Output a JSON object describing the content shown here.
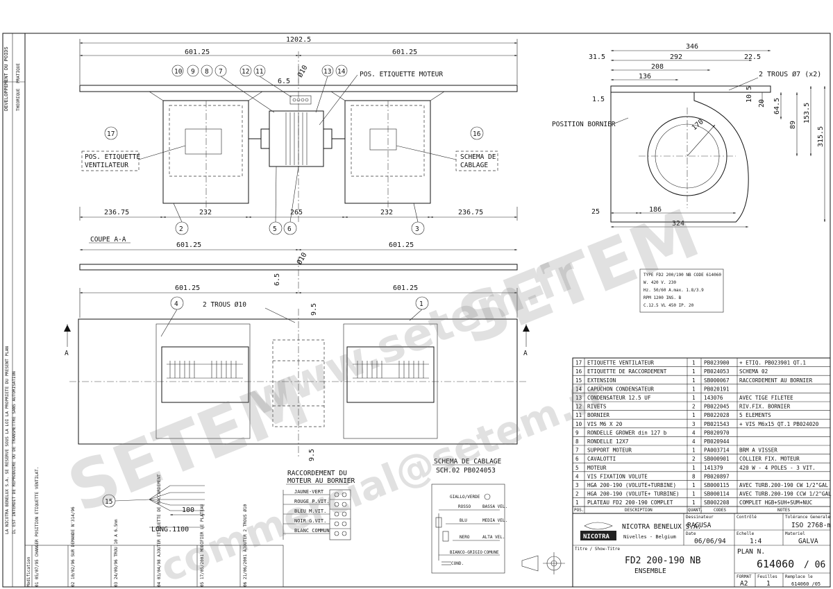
{
  "front_view": {
    "dims": {
      "total": "1202.5",
      "left_half": "601.25",
      "right_half": "601.25",
      "bottom_outer_left": "236.75",
      "bottom_left": "232",
      "bottom_mid": "265",
      "bottom_right": "232",
      "bottom_outer_right": "236.75",
      "hole_offset": "6.5",
      "hole_dia": "Ø10"
    },
    "labels": {
      "pos_etiquette_moteur": "POS. ETIQUETTE MOTEUR",
      "pos_etiquette_ventilateur_1": "POS. ETIQUETTE",
      "pos_etiquette_ventilateur_2": "VENTILATEUR",
      "schema_cablage_1": "SCHEMA DE",
      "schema_cablage_2": "CABLAGE"
    },
    "balloons": [
      "10",
      "9",
      "8",
      "7",
      "12",
      "11",
      "13",
      "14",
      "17",
      "16",
      "2",
      "5",
      "6",
      "3"
    ]
  },
  "side_view": {
    "dims": {
      "width_total": "346",
      "d292": "292",
      "d31_5": "31.5",
      "d22_5": "22.5",
      "d208": "208",
      "d136": "136",
      "d1_5": "1.5",
      "trous": "2 TROUS Ø7 (x2)",
      "d10_5": "10.5",
      "d20": "20",
      "d64_5": "64.5",
      "d89": "89",
      "d153_5": "153.5",
      "d315_5": "315.5",
      "d170": "170",
      "d25": "25",
      "d186": "186",
      "d324": "324"
    },
    "position_bornier": "POSITION BORNIER"
  },
  "section_view": {
    "coupe": "COUPE  A-A",
    "dims": {
      "left": "601.25",
      "right": "601.25",
      "hole_offset": "6.5",
      "hole_dia": "Ø10"
    }
  },
  "bottom_view": {
    "dims": {
      "left": "601.25",
      "right": "601.25",
      "d9_5_top": "9.5",
      "d9_5_bottom": "9.5"
    },
    "trous": "2 TROUS Ø10",
    "section_mark": "A",
    "balloons": [
      "4",
      "1",
      "15"
    ],
    "cable_dims": {
      "d100": "100",
      "long": "LONG.1100"
    }
  },
  "raccordement": {
    "title_1": "RACCORDEMENT DU",
    "title_2": "MOTEUR AU BORNIER",
    "wires": [
      "JAUNE-VERT",
      "ROUGE P.VIT.",
      "BLEU  M.VIT.",
      "NOIR  G.VIT.",
      "BLANC COMMUN"
    ]
  },
  "schema_cablage": {
    "title_1": "SCHEMA DE CABLAGE",
    "title_2": "SCH.02 PB024053",
    "wires": [
      "GIALLO/VERDE",
      "ROSSO",
      "BASSA VEL.",
      "BLU",
      "MEDIA VEL.",
      "NERO",
      "ALTA VEL.",
      "BIANCO-GRIGIO",
      "COMUNE",
      "COND."
    ]
  },
  "nameplate": [
    "TYPE FD2 200/190 NB   CODE 614060",
    "W.   420          V.   230",
    "Hz.  50/60        A.max. 1.8/3.9",
    "RPM  1200         INS.  B",
    "C.12.5 VL 450     IP.   20"
  ],
  "bom": {
    "rows": [
      [
        "17",
        "ETIQUETTE VENTILATEUR",
        "1",
        "PB023900",
        "+ ETIQ. PB023901 QT.1"
      ],
      [
        "16",
        "ETIQUETTE DE RACCORDEMENT",
        "1",
        "PB024053",
        "SCHEMA 02"
      ],
      [
        "15",
        "EXTENSION",
        "1",
        "SB000067",
        "RACCORDEMENT AU BORNIER"
      ],
      [
        "14",
        "CAPUCHON CONDENSATEUR",
        "1",
        "PB020191",
        ""
      ],
      [
        "13",
        "CONDENSATEUR 12.5 UF",
        "1",
        "143076",
        "AVEC TIGE FILETEE"
      ],
      [
        "12",
        "RIVETS",
        "2",
        "PB022045",
        "RIV.FIX. BORNIER"
      ],
      [
        "11",
        "BORNIER",
        "1",
        "PB022028",
        " 5 ELEMENTS"
      ],
      [
        "10",
        "VIS M6 X 20",
        "3",
        "PB021543",
        "+ VIS M6x15 QT.1 PB024020"
      ],
      [
        "9",
        "RONDELLE GROWER din 127 b",
        "4",
        "PB020970",
        ""
      ],
      [
        "8",
        "RONDELLE 12X7",
        "4",
        "PB020944",
        ""
      ],
      [
        "7",
        "SUPPORT MOTEUR",
        "1",
        "PA003714",
        "BRM A VISSER"
      ],
      [
        "6",
        "CAVALOTTI",
        "2",
        "SB000901",
        "COLLIER FIX. MOTEUR"
      ],
      [
        "5",
        "MOTEUR",
        "1",
        "141379",
        "420 W - 4 POLES - 3 VIT."
      ],
      [
        "4",
        "VIS FIXATION VOLUTE",
        "8",
        "PB020897",
        ""
      ],
      [
        "3",
        "HGA 200-190 (VOLUTE+TURBINE)",
        "1",
        "SB000115",
        "AVEC TURB.200-190 CW 1/2\"GAL"
      ],
      [
        "2",
        "HGA 200-190 (VOLUTE+ TURBINE)",
        "1",
        "SB000114",
        "AVEC TURB.200-190 CCW 1/2\"GAL"
      ],
      [
        "1",
        "PLATEAU FD2 200-190 COMPLET",
        "1",
        "SB002208",
        "COMPLET HGB+SUH+SUM+NUC"
      ]
    ],
    "header": [
      "POS.",
      "DESCRIPTION",
      "QUANT.",
      "CODES",
      "NOTES"
    ]
  },
  "title_block": {
    "company_1": "NICOTRA BENELUX S.A.",
    "company_2": "Nivelles - Belgium",
    "logo": "NICOTRA",
    "designer_label": "Dessinateur",
    "designer": "RAGUSA",
    "checker_label": "Contrôlé",
    "tolerance_label": "Tolérance Generale",
    "tolerance": "ISO 2768-m",
    "date_label": "Date",
    "date": "06/06/94",
    "scale_label": "Echelle",
    "scale": "1:4",
    "material_label": "Materiel",
    "material": "GALVA",
    "title_label": "Titre / Show-Titre",
    "title_1": "FD2 200-190 NB",
    "title_2": "ENSEMBLE",
    "plan_label": "PLAN N.",
    "plan_no": "614060",
    "sheet": "/ 06",
    "format_label": "FORMAT",
    "format": "A2",
    "feuilles_label": "Feuilles",
    "feuilles": "1",
    "replace_label": "Remplace le",
    "replace": "614060 /05"
  },
  "left_margin": {
    "header_1": "DEVELOPPEMENT DU POIDS",
    "header_2": "THEORIQUE",
    "header_3": "PRATIQUE",
    "legal_1": "LA NICOTRA BENELUX S.A. SE RESERVE SOUS LA LOI LA PROPRIETE DU PRESENT PLAN",
    "legal_2": "IL EST INTERDIT DE REPRODUIRE OU DE TRANSMETTRE SANS AUTORISATION",
    "revisions": [
      "01 05/07/95 CHANGER POSITION ETIQUETTE VENTILAT.",
      "02 10/02/96 SUR DEMANDE N'314/96",
      "03 24/09/96 TROU 10 A 6.5mm",
      "04 03/04/98 AJOUTER ETIQUETTE DE RACCORDEMENT",
      "05 17/05/2001 MODIFIER LE PLATEAU",
      "06 21/06/2001 AJOUTER 2 TROUS Ø10"
    ],
    "modif_label": "Modification"
  },
  "watermark": {
    "url": "www.setem.fr",
    "brand": "SETEM",
    "email": "commercial@setem.fr"
  }
}
